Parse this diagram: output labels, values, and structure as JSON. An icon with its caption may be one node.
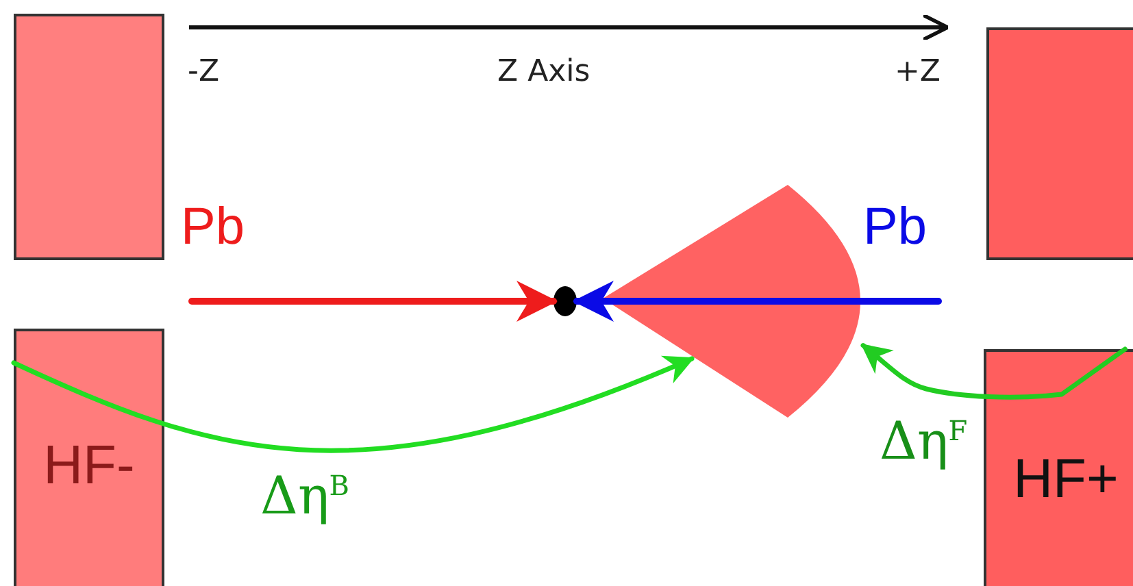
{
  "diagram": {
    "nodes": [
      {
        "text": [],
        "shape": "box"
      },
      {
        "text": [],
        "shape": "box"
      },
      {
        "text": [
          "HF-"
        ]
      },
      {
        "text": [
          "HF+"
        ]
      },
      {
        "text": [],
        "shape": "circle"
      },
      {
        "text": [],
        "shape": "cone"
      }
    ],
    "edges": [
      {
        "from": null,
        "to": 4,
        "arrow": "to",
        "label": "Pb",
        "color": "#ee1c1c"
      },
      {
        "from": null,
        "to": 4,
        "arrow": "to",
        "label": "Pb",
        "color": "#0a0ae6"
      },
      {
        "from": 2,
        "to": 5,
        "arrow": "to",
        "label": "Δη$^{B}$",
        "color": "#22dd22"
      },
      {
        "from": 3,
        "to": 5,
        "arrow": "to",
        "label": "Δη$^{F}$",
        "color": "#22cc22"
      }
    ],
    "labels": [
      "-Z",
      "Z Axis",
      "+Z"
    ]
  }
}
